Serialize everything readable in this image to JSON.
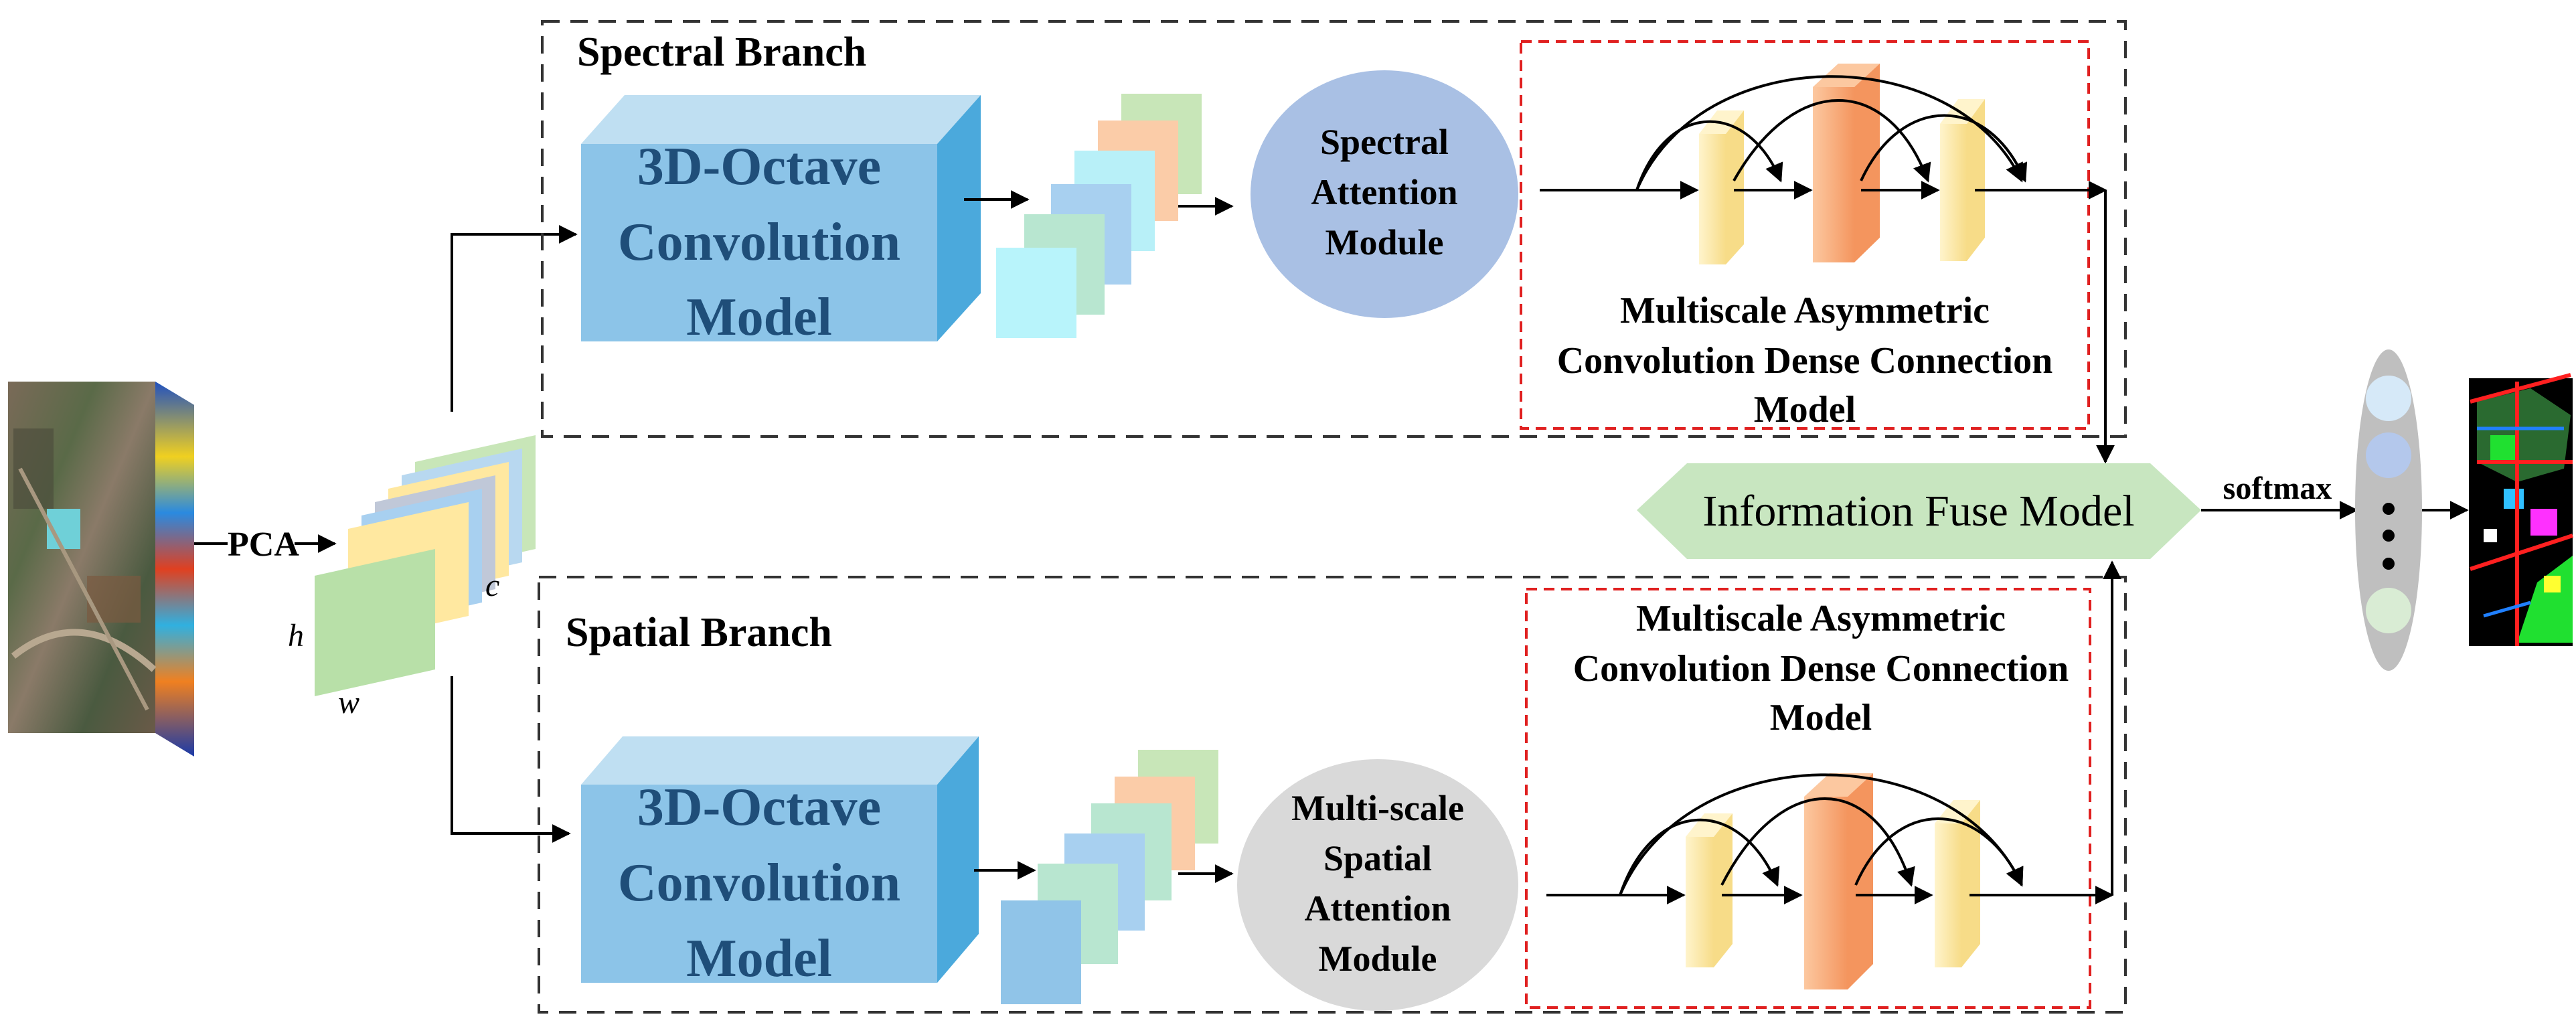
{
  "spectral_branch": {
    "title": "Spectral Branch",
    "octave_label": [
      "3D-Octave",
      "Convolution",
      "Model"
    ],
    "attention_label": [
      "Spectral",
      "Attention",
      "Module"
    ],
    "dense_label": [
      "Multiscale Asymmetric",
      "Convolution Dense Connection",
      "Model"
    ]
  },
  "spatial_branch": {
    "title": "Spatial Branch",
    "octave_label": [
      "3D-Octave",
      "Convolution",
      "Model"
    ],
    "attention_label": [
      "Multi-scale",
      "Spatial",
      "Attention",
      "Module"
    ],
    "dense_label": [
      "Multiscale Asymmetric",
      "Convolution Dense Connection",
      "Model"
    ]
  },
  "input": {
    "pca_label": "PCA",
    "dim_h": "h",
    "dim_w": "w",
    "dim_c": "c"
  },
  "fuse": {
    "label": "Information Fuse Model",
    "softmax_label": "softmax"
  },
  "colors": {
    "cube_front": "#8cc4e8",
    "cube_top": "#bfdff2",
    "cube_side": "#4ba9dc",
    "cube_text": "#1f4e79",
    "spectral_ellipse": "#a9c0e4",
    "spatial_ellipse": "#d9d9d9",
    "fuse_fill": "#c8e6c0",
    "dense_border": "#e02020",
    "branch_border": "#333333",
    "slab_light": "#fce8a8",
    "slab_orange": "#f9a878"
  }
}
